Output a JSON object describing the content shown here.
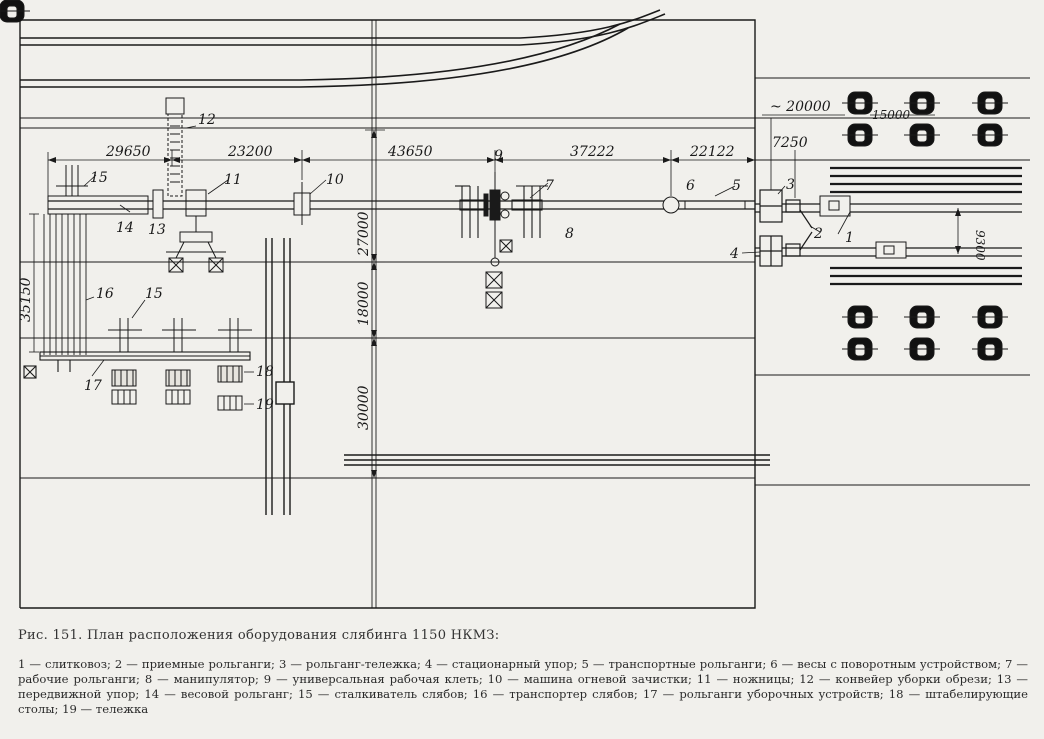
{
  "figure": {
    "title": "Рис. 151. План расположения оборудования слябинга 1150 НКМЗ:",
    "legend": "1 — слитковоз; 2 — приемные рольганги; 3 — рольганг-тележка; 4 — стационарный упор; 5 — транспортные рольганги; 6 — весы с поворотным устройством; 7 — рабочие рольганги; 8 — манипулятор; 9 — универсальная рабочая клеть; 10 — машина огневой зачистки; 11 — ножницы; 12 — конвейер уборки обрези; 13 — передвижной упор; 14 — весовой рольганг; 15 — сталкиватель слябов; 16 — транспортер слябов; 17 — рольганги уборочных устройств; 18 — штабелирующие столы; 19 — тележка"
  },
  "dimensions": {
    "d29650": "29650",
    "d23200": "23200",
    "d43650": "43650",
    "d37222": "37222",
    "d22122": "22122",
    "d7250": "7250",
    "d20000": "~ 20000",
    "d15000": "15000",
    "d27000": "27000",
    "d18000": "18000",
    "d30000": "30000",
    "d35150": "35150",
    "d9300": "9300"
  },
  "callouts": {
    "c1": "1",
    "c2": "2",
    "c3": "3",
    "c4": "4",
    "c5": "5",
    "c6": "6",
    "c7": "7",
    "c8": "8",
    "c9": "9",
    "c10": "10",
    "c11": "11",
    "c12": "12",
    "c13": "13",
    "c14": "14",
    "c15a": "15",
    "c15b": "15",
    "c16": "16",
    "c17": "17",
    "c18": "18",
    "c19": "19"
  }
}
